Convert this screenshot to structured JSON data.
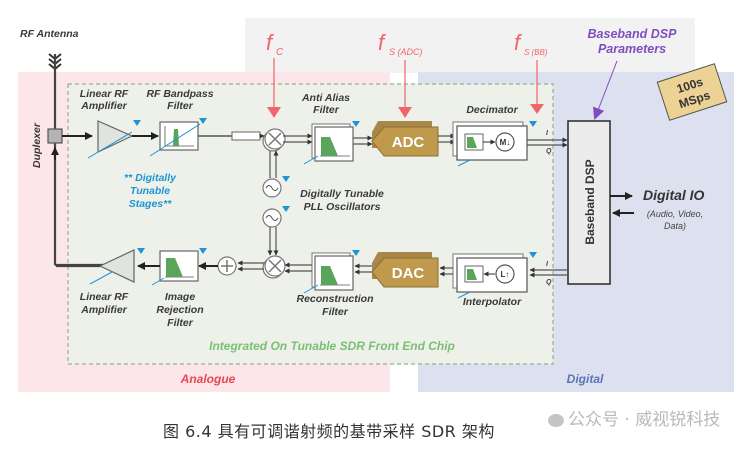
{
  "diagram": {
    "antenna_label": "RF Antenna",
    "duplexer_label": "Duplexer",
    "regions": {
      "analogue": "Analogue",
      "digital": "Digital",
      "chip": "Integrated On Tunable SDR Front End Chip"
    },
    "params": {
      "fc": {
        "main": "f",
        "sub": "C"
      },
      "fs_adc": {
        "main": "f",
        "sub": "S (ADC)"
      },
      "fs_bb": {
        "main": "f",
        "sub": "S (BB)"
      },
      "dsp_params": [
        "Baseband DSP",
        "Parameters"
      ],
      "rate_badge": [
        "100s",
        "MSps"
      ]
    },
    "rx_chain": {
      "amp_label": [
        "Linear RF",
        "Amplifier"
      ],
      "bpf_label": [
        "RF Bandpass",
        "Filter"
      ],
      "aaf_label": [
        "Anti Alias",
        "Filter"
      ],
      "adc": "ADC",
      "decimator_label": "Decimator",
      "decimator_symbol": "M↓"
    },
    "tx_chain": {
      "amp_label": [
        "Linear RF",
        "Amplifier"
      ],
      "irf_label": [
        "Image",
        "Rejection",
        "Filter"
      ],
      "recon_label": [
        "Reconstruction",
        "Filter"
      ],
      "dac": "DAC",
      "interpolator_label": "Interpolator",
      "interpolator_symbol": "L↑"
    },
    "tunable_note": [
      "** Digitally",
      "Tunable",
      "Stages**"
    ],
    "pll_label": [
      "Digitally Tunable",
      "PLL Oscillators"
    ],
    "iq": {
      "i": "I",
      "q": "Q"
    },
    "dsp_block": "Baseband DSP",
    "digital_io": {
      "title": "Digital IO",
      "sub": [
        "(Audio, Video,",
        "Data)"
      ]
    },
    "colors": {
      "analogue_bg": "#fde6ea",
      "digital_bg": "#dde0ee",
      "chip_bg": "#edf1ea",
      "param_arrow": "#f0656b",
      "dsp_param": "#7f4dbf",
      "tunable_blue": "#1f93d6",
      "converter_gold": "#c09a4c",
      "filter_green": "#5aa55a",
      "badge": "#ecd395"
    }
  },
  "caption": "图 6.4 具有可调谐射频的基带采样 SDR 架构",
  "watermark": "公众号 · 威视锐科技"
}
